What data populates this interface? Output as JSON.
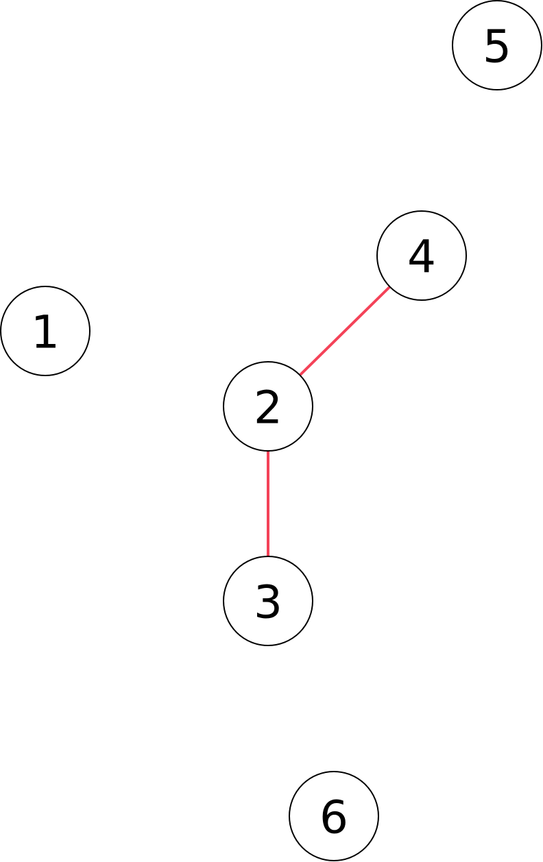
{
  "graph": {
    "edge_color": "#f44258",
    "node_stroke": "#000000",
    "node_fill": "#ffffff",
    "nodes": [
      {
        "id": "1",
        "label": "1"
      },
      {
        "id": "2",
        "label": "2"
      },
      {
        "id": "3",
        "label": "3"
      },
      {
        "id": "4",
        "label": "4"
      },
      {
        "id": "5",
        "label": "5"
      },
      {
        "id": "6",
        "label": "6"
      }
    ],
    "edges": [
      {
        "from": "2",
        "to": "4"
      },
      {
        "from": "2",
        "to": "3"
      }
    ]
  }
}
